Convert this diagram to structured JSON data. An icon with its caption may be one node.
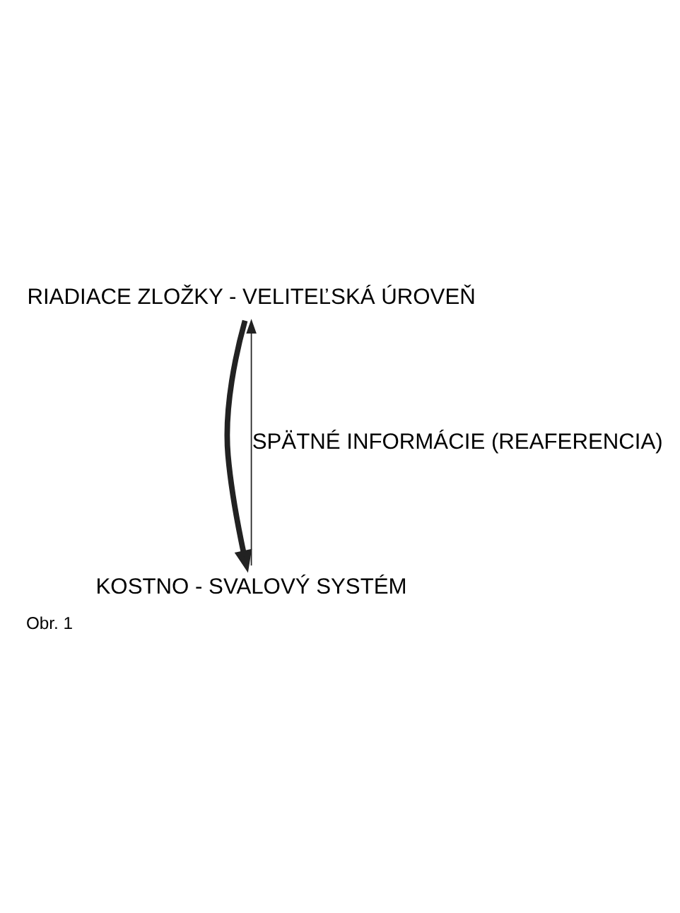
{
  "diagram": {
    "caption": "Obr. 1",
    "nodes": [
      {
        "text": [
          "RIADIACE ZLOŽKY - VELITEĽSKÁ ÚROVEŇ"
        ]
      },
      {
        "text": [
          "KOSTNO - SVALOVÝ SYSTÉM"
        ]
      }
    ],
    "edges": [
      {
        "from": 0,
        "to": 1,
        "arrow": "to",
        "style": "thick"
      },
      {
        "from": 1,
        "to": 0,
        "arrow": "to",
        "label": "SPÄTNÉ INFORMÁCIE (REAFERENCIA)"
      }
    ]
  }
}
